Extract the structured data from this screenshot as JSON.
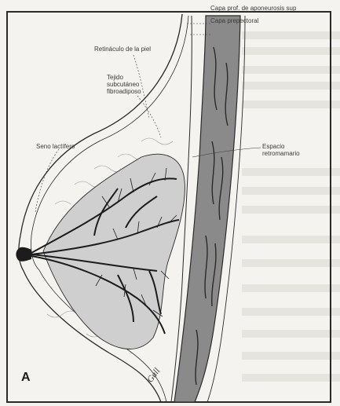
{
  "labels": {
    "capa_profunda": "Capa prof. de aponeurosis sup",
    "capa_prepectoral": "Capa prepectoral",
    "remaculo": "Retináculo de la piel",
    "tejido": "Tejido\nsubcutáneo\nfibroadiposo",
    "seno": "Seno lactífero",
    "espacio": "Espacio\nretromamario"
  },
  "panel_letter": "A",
  "signature": "Gull",
  "colors": {
    "paper": "#f4f3ef",
    "ink": "#2a2a2a",
    "muscle": "#8a8a8a",
    "lobule": "#c9c9c9"
  }
}
